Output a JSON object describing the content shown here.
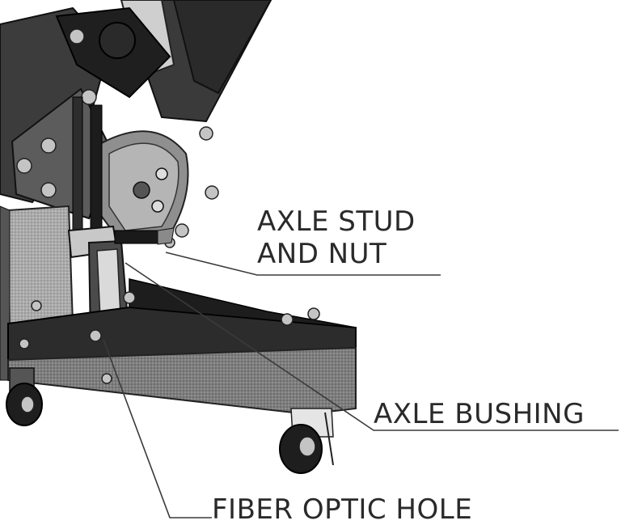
{
  "diagram": {
    "callouts": {
      "axle_stud_line1": "AXLE STUD",
      "axle_stud_line2": "AND NUT",
      "axle_bushing": "AXLE BUSHING",
      "fiber_optic_hole": "FIBER OPTIC HOLE"
    },
    "colors": {
      "metal_dark": "#2b2b2b",
      "metal_mid": "#5a5a5a",
      "metal_light": "#9a9a9a",
      "shaded_plate": "#8e8e8e",
      "bolt": "#b9b9b9",
      "leader_line": "#3a3a3a",
      "text": "#2a2a2a"
    }
  }
}
